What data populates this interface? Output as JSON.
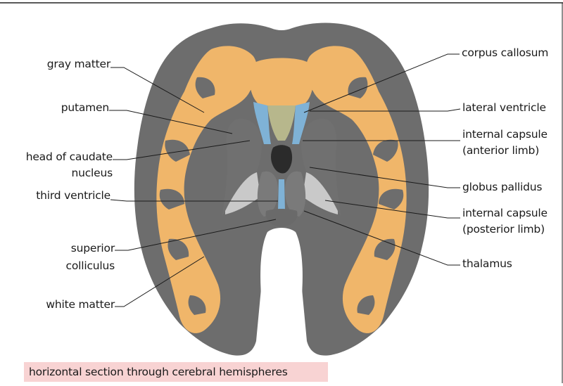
{
  "labels": {
    "gray_matter": "gray matter",
    "putamen": "putamen",
    "head_of_caudate_1": "head of caudate",
    "head_of_caudate_2": "nucleus",
    "third_ventricle": "third ventricle",
    "superior_colliculus_1": "superior",
    "superior_colliculus_2": "colliculus",
    "white_matter": "white matter",
    "corpus_callosum": "corpus callosum",
    "lateral_ventricle": "lateral ventricle",
    "internal_capsule_anterior_1": "internal capsule",
    "internal_capsule_anterior_2": "(anterior limb)",
    "globus_pallidus": "globus pallidus",
    "internal_capsule_posterior_1": "internal capsule",
    "internal_capsule_posterior_2": "(posterior limb)",
    "thalamus": "thalamus"
  },
  "caption": "horizontal section through cerebral hemispheres",
  "colors": {
    "gray_matter": "#6e6e6e",
    "white_matter": "#f0b66a",
    "ventricle": "#7fb2d6",
    "corpus_callosum": "#b7b78c",
    "caption_bg": "#f8d3d3"
  }
}
